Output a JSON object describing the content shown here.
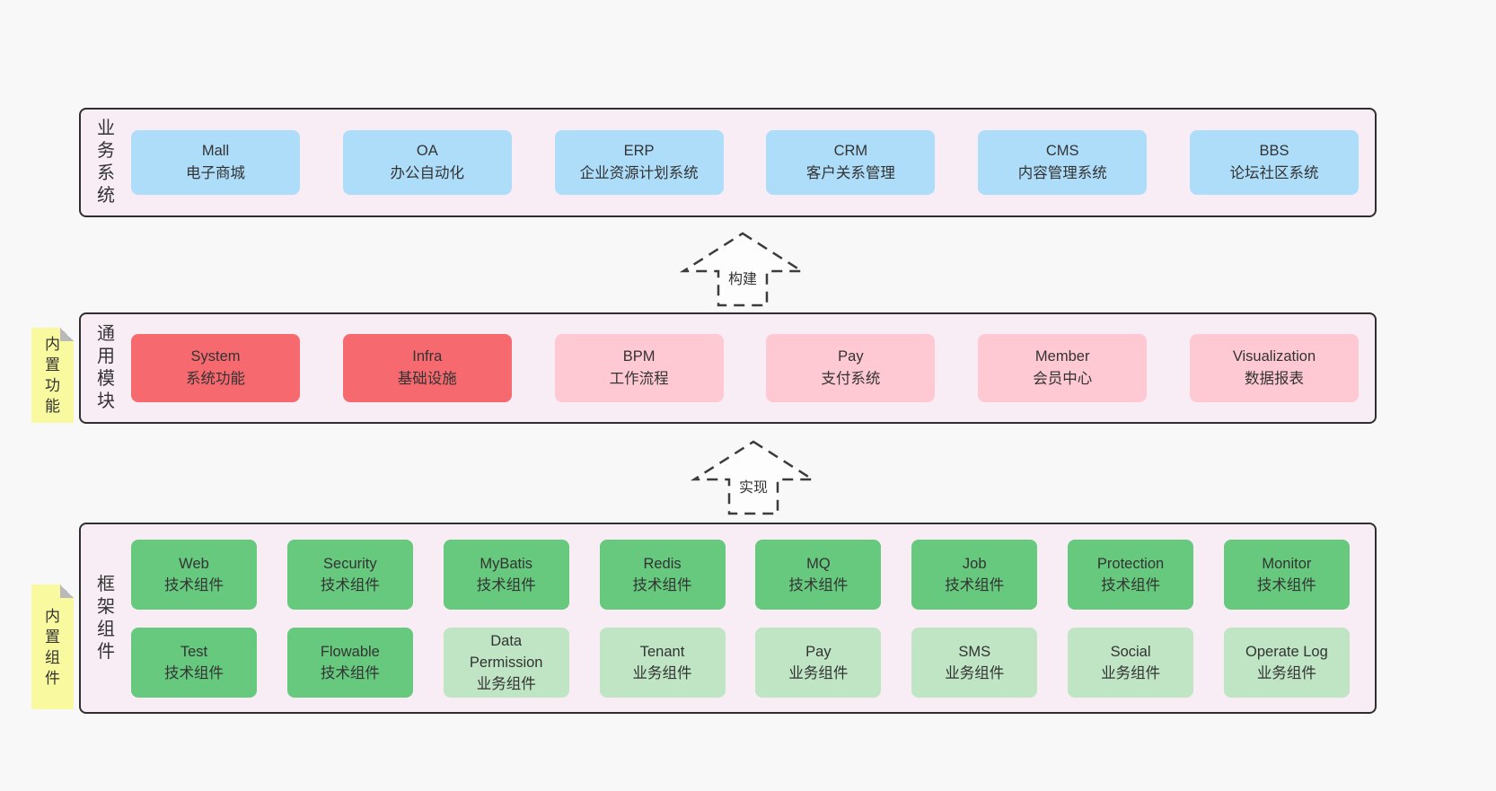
{
  "colors": {
    "page_bg": "#f8f8f8",
    "container_bg": "#f8edf5",
    "container_border": "#2f2f2f",
    "business_box_blue": "#aeddfa",
    "core_module_box_red": "#f5696f",
    "module_box_pink": "#ffc9d3",
    "tech_component_green": "#66c97e",
    "biz_component_lightgreen": "#bfe5c4",
    "note_yellow": "#f9fa9f",
    "arrow_stroke": "#3c3c3c",
    "text": "#333333"
  },
  "arrows": [
    {
      "label": "构建"
    },
    {
      "label": "实现"
    }
  ],
  "layers": [
    {
      "label": "业务系统",
      "boxes": [
        {
          "name": "Mall",
          "desc": "电子商城"
        },
        {
          "name": "OA",
          "desc": "办公自动化"
        },
        {
          "name": "ERP",
          "desc": "企业资源计划系统"
        },
        {
          "name": "CRM",
          "desc": "客户关系管理"
        },
        {
          "name": "CMS",
          "desc": "内容管理系统"
        },
        {
          "name": "BBS",
          "desc": "论坛社区系统"
        }
      ]
    },
    {
      "label": "通用模块",
      "note": "内置功能",
      "boxes": [
        {
          "name": "System",
          "desc": "系统功能"
        },
        {
          "name": "Infra",
          "desc": "基础设施"
        },
        {
          "name": "BPM",
          "desc": "工作流程"
        },
        {
          "name": "Pay",
          "desc": "支付系统"
        },
        {
          "name": "Member",
          "desc": "会员中心"
        },
        {
          "name": "Visualization",
          "desc": "数据报表"
        }
      ]
    },
    {
      "label": "框架组件",
      "note": "内置组件",
      "rows": [
        [
          {
            "name": "Web",
            "desc": "技术组件"
          },
          {
            "name": "Security",
            "desc": "技术组件"
          },
          {
            "name": "MyBatis",
            "desc": "技术组件"
          },
          {
            "name": "Redis",
            "desc": "技术组件"
          },
          {
            "name": "MQ",
            "desc": "技术组件"
          },
          {
            "name": "Job",
            "desc": "技术组件"
          },
          {
            "name": "Protection",
            "desc": "技术组件"
          },
          {
            "name": "Monitor",
            "desc": "技术组件"
          }
        ],
        [
          {
            "name": "Test",
            "desc": "技术组件"
          },
          {
            "name": "Flowable",
            "desc": "技术组件"
          },
          {
            "name": "Data Permission",
            "desc": "业务组件"
          },
          {
            "name": "Tenant",
            "desc": "业务组件"
          },
          {
            "name": "Pay",
            "desc": "业务组件"
          },
          {
            "name": "SMS",
            "desc": "业务组件"
          },
          {
            "name": "Social",
            "desc": "业务组件"
          },
          {
            "name": "Operate Log",
            "desc": "业务组件"
          }
        ]
      ]
    }
  ]
}
